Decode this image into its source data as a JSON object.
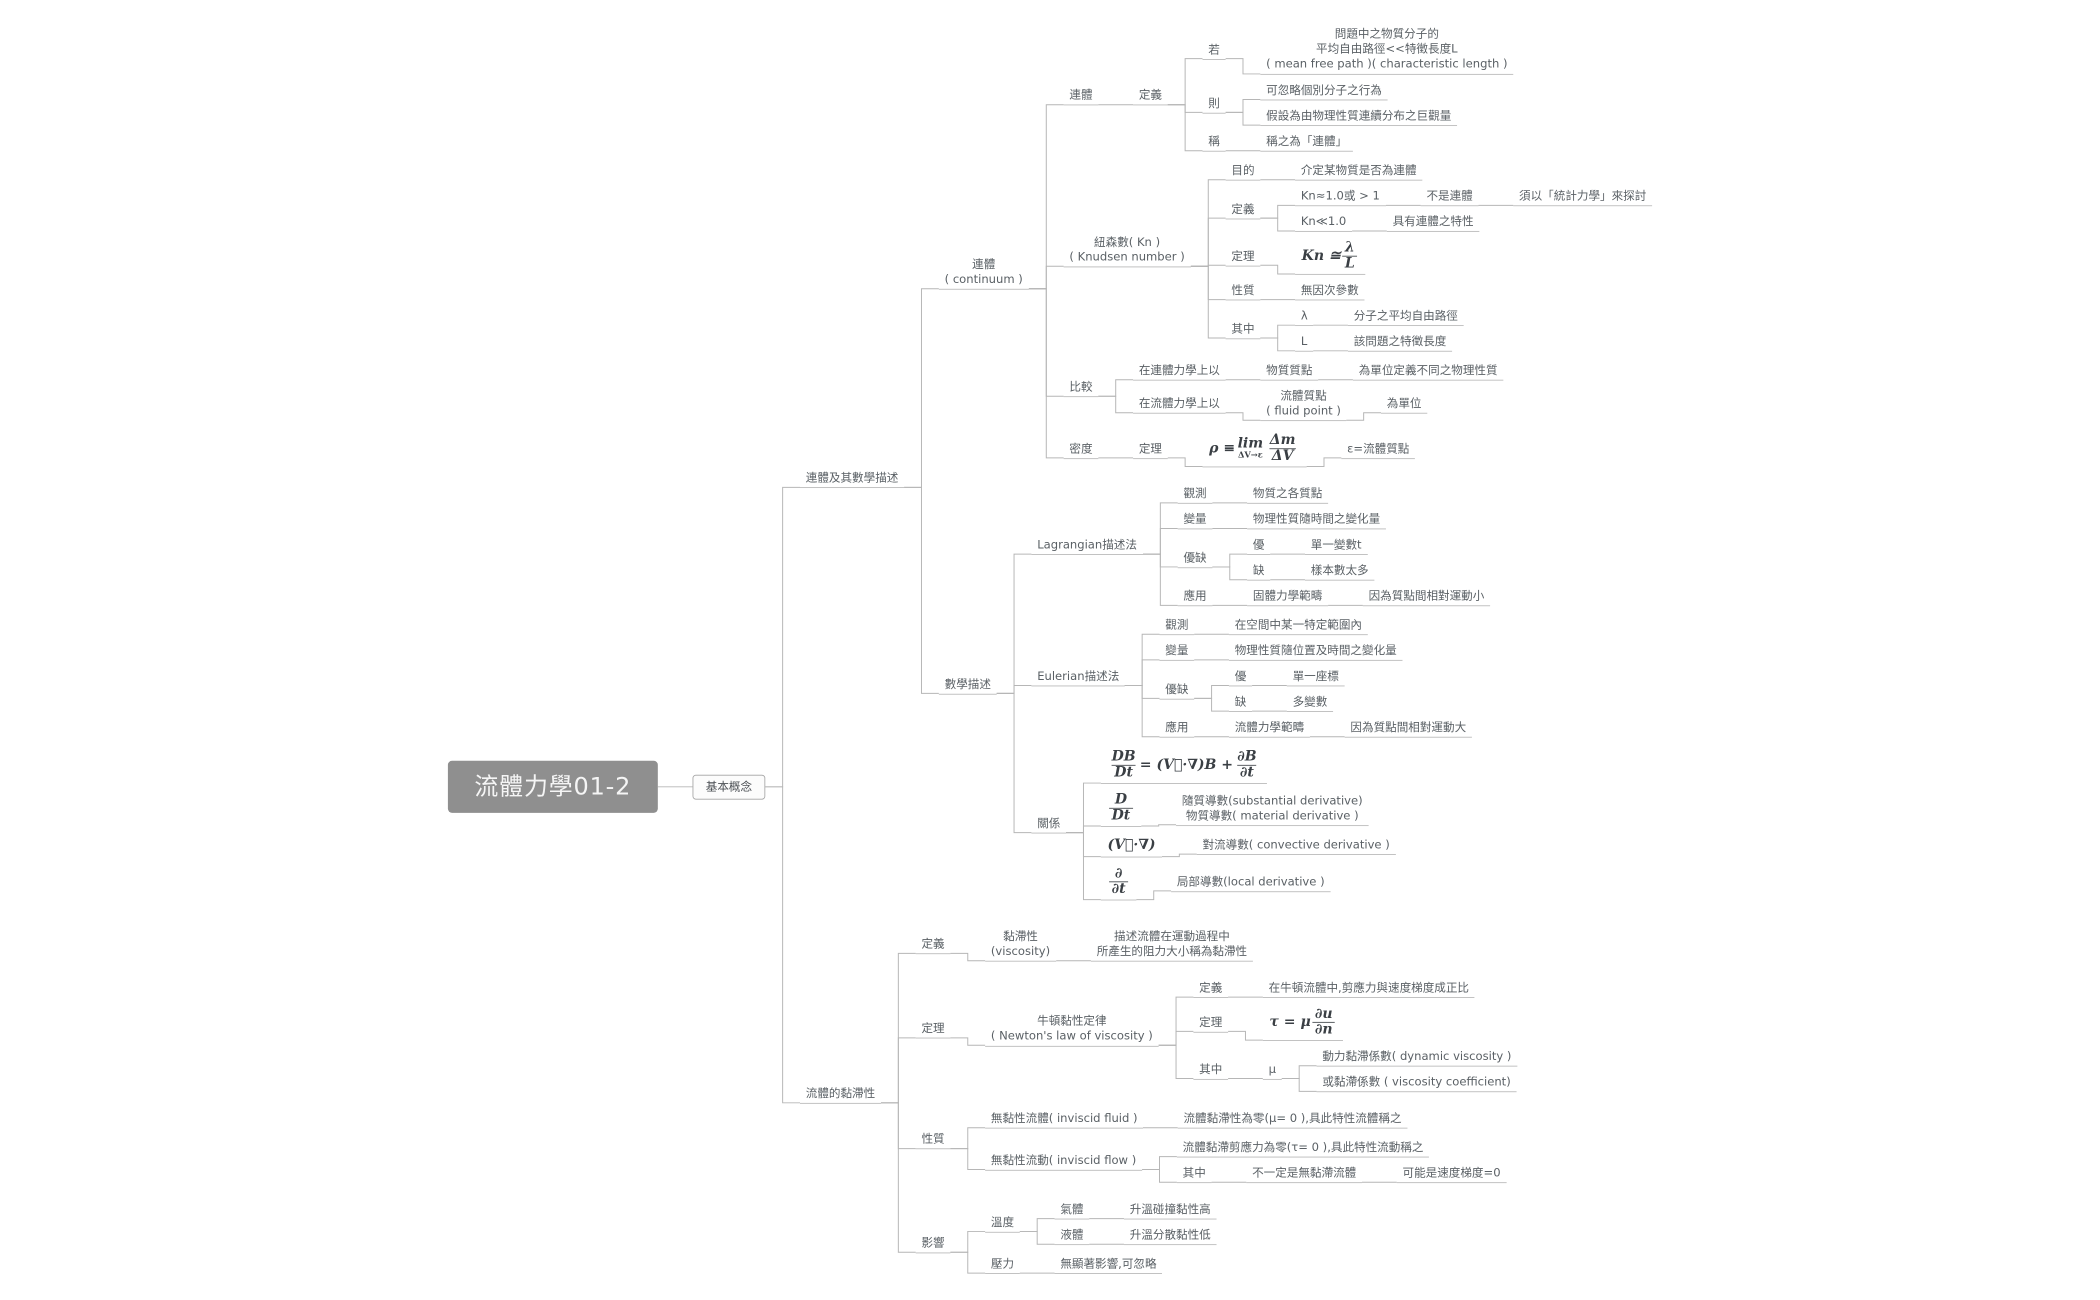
{
  "colors": {
    "connector": "#b6b6b6",
    "node_text": "#5a6065",
    "underline": "#b6b6b6",
    "root_bg": "#8f8f8f",
    "root_text": "#f5f5f5",
    "box_border": "#a3a3a3",
    "box_bg": "#fcfcfc",
    "formula_text": "#3a3f44"
  },
  "tree": {
    "label": "流體力學01-2",
    "style": "root",
    "name": "root-topic",
    "children": [
      {
        "label": "基本概念",
        "style": "box",
        "name": "main-topic",
        "children": [
          {
            "label": "連體及其數學描述",
            "children": [
              {
                "lines": [
                  "連體",
                  "( continuum )"
                ],
                "children": [
                  {
                    "label": "連體",
                    "children": [
                      {
                        "label": "定義",
                        "children": [
                          {
                            "label": "若",
                            "children": [
                              {
                                "lines": [
                                  "問題中之物質分子的",
                                  "平均自由路徑<<特徵長度L",
                                  "( mean free path )( characteristic length )"
                                ]
                              }
                            ]
                          },
                          {
                            "label": "則",
                            "children": [
                              {
                                "label": "可忽略個別分子之行為"
                              },
                              {
                                "label": "假設為由物理性質連續分布之巨觀量"
                              }
                            ]
                          },
                          {
                            "label": "稱",
                            "children": [
                              {
                                "label": "稱之為「連體」"
                              }
                            ]
                          }
                        ]
                      }
                    ]
                  },
                  {
                    "lines": [
                      "紐森數( Kn )",
                      "( Knudsen number )"
                    ],
                    "children": [
                      {
                        "label": "目的",
                        "children": [
                          {
                            "label": "介定某物質是否為連體"
                          }
                        ]
                      },
                      {
                        "label": "定義",
                        "children": [
                          {
                            "label": "Kn≈1.0或 > 1",
                            "children": [
                              {
                                "label": "不是連體",
                                "children": [
                                  {
                                    "label": "須以「統計力學」來探討"
                                  }
                                ]
                              }
                            ]
                          },
                          {
                            "label": "Kn≪1.0",
                            "children": [
                              {
                                "label": "具有連體之特性"
                              }
                            ]
                          }
                        ]
                      },
                      {
                        "label": "定理",
                        "children": [
                          {
                            "formula": [
                              {
                                "text": "Kn ≅ "
                              },
                              {
                                "frac": [
                                  "λ",
                                  "L"
                                ]
                              }
                            ]
                          }
                        ]
                      },
                      {
                        "label": "性質",
                        "children": [
                          {
                            "label": "無因次參數"
                          }
                        ]
                      },
                      {
                        "label": "其中",
                        "children": [
                          {
                            "label": "λ",
                            "children": [
                              {
                                "label": "分子之平均自由路徑"
                              }
                            ]
                          },
                          {
                            "label": "L",
                            "children": [
                              {
                                "label": "該問題之特徵長度"
                              }
                            ]
                          }
                        ]
                      }
                    ]
                  },
                  {
                    "label": "比較",
                    "children": [
                      {
                        "label": "在連體力學上以",
                        "children": [
                          {
                            "label": "物質質點",
                            "children": [
                              {
                                "label": "為單位定義不同之物理性質"
                              }
                            ]
                          }
                        ]
                      },
                      {
                        "label": "在流體力學上以",
                        "children": [
                          {
                            "lines": [
                              "流體質點",
                              "( fluid point )"
                            ],
                            "children": [
                              {
                                "label": "為單位"
                              }
                            ]
                          }
                        ]
                      }
                    ]
                  },
                  {
                    "label": "密度",
                    "children": [
                      {
                        "label": "定理",
                        "children": [
                          {
                            "formula": [
                              {
                                "text": "ρ ≡ "
                              },
                              {
                                "lim": [
                                  "lim",
                                  "ΔV→ε"
                                ]
                              },
                              {
                                "frac": [
                                  "Δm",
                                  "ΔV"
                                ]
                              }
                            ],
                            "children": [
                              {
                                "label": "ε=流體質點"
                              }
                            ]
                          }
                        ]
                      }
                    ]
                  }
                ]
              },
              {
                "label": "數學描述",
                "children": [
                  {
                    "label": "Lagrangian描述法",
                    "children": [
                      {
                        "label": "觀測",
                        "children": [
                          {
                            "label": "物質之各質點"
                          }
                        ]
                      },
                      {
                        "label": "變量",
                        "children": [
                          {
                            "label": "物理性質隨時間之變化量"
                          }
                        ]
                      },
                      {
                        "label": "優缺",
                        "children": [
                          {
                            "label": "優",
                            "children": [
                              {
                                "label": "單一變數t"
                              }
                            ]
                          },
                          {
                            "label": "缺",
                            "children": [
                              {
                                "label": "樣本數太多"
                              }
                            ]
                          }
                        ]
                      },
                      {
                        "label": "應用",
                        "children": [
                          {
                            "label": "固體力學範疇",
                            "children": [
                              {
                                "label": "因為質點間相對運動小"
                              }
                            ]
                          }
                        ]
                      }
                    ]
                  },
                  {
                    "label": "Eulerian描述法",
                    "children": [
                      {
                        "label": "觀測",
                        "children": [
                          {
                            "label": "在空間中某一特定範圍內"
                          }
                        ]
                      },
                      {
                        "label": "變量",
                        "children": [
                          {
                            "label": "物理性質隨位置及時間之變化量"
                          }
                        ]
                      },
                      {
                        "label": "優缺",
                        "children": [
                          {
                            "label": "優",
                            "children": [
                              {
                                "label": "單一座標"
                              }
                            ]
                          },
                          {
                            "label": "缺",
                            "children": [
                              {
                                "label": "多變數"
                              }
                            ]
                          }
                        ]
                      },
                      {
                        "label": "應用",
                        "children": [
                          {
                            "label": "流體力學範疇",
                            "children": [
                              {
                                "label": "因為質點間相對運動大"
                              }
                            ]
                          }
                        ]
                      }
                    ]
                  },
                  {
                    "label": "關係",
                    "children": [
                      {
                        "formula": [
                          {
                            "frac": [
                              "DB",
                              "Dt"
                            ]
                          },
                          {
                            "text": " = (V⃗·∇)B + "
                          },
                          {
                            "frac": [
                              "∂B",
                              "∂t"
                            ]
                          }
                        ]
                      },
                      {
                        "formula": [
                          {
                            "frac": [
                              "D",
                              "Dt"
                            ]
                          }
                        ],
                        "children": [
                          {
                            "lines": [
                              "隨質導數(substantial derivative)",
                              "物質導數( material derivative )"
                            ]
                          }
                        ]
                      },
                      {
                        "formula": [
                          {
                            "text": "(V⃗·∇)"
                          }
                        ],
                        "children": [
                          {
                            "label": "對流導數( convective derivative )"
                          }
                        ]
                      },
                      {
                        "formula": [
                          {
                            "frac": [
                              "∂",
                              "∂t"
                            ]
                          }
                        ],
                        "children": [
                          {
                            "label": "局部導數(local derivative )"
                          }
                        ]
                      }
                    ]
                  }
                ]
              }
            ]
          },
          {
            "label": "流體的黏滯性",
            "children": [
              {
                "label": "定義",
                "children": [
                  {
                    "lines": [
                      "黏滯性",
                      "(viscosity)"
                    ],
                    "children": [
                      {
                        "lines": [
                          "描述流體在運動過程中",
                          "所產生的阻力大小稱為黏滯性"
                        ]
                      }
                    ]
                  }
                ]
              },
              {
                "label": "定理",
                "children": [
                  {
                    "lines": [
                      "牛頓黏性定律",
                      "( Newton's law of viscosity )"
                    ],
                    "children": [
                      {
                        "label": "定義",
                        "children": [
                          {
                            "label": "在牛頓流體中,剪應力與速度梯度成正比"
                          }
                        ]
                      },
                      {
                        "label": "定理",
                        "children": [
                          {
                            "formula": [
                              {
                                "text": "τ = μ "
                              },
                              {
                                "frac": [
                                  "∂u",
                                  "∂n"
                                ]
                              }
                            ]
                          }
                        ]
                      },
                      {
                        "label": "其中",
                        "children": [
                          {
                            "label": "μ",
                            "children": [
                              {
                                "label": "動力黏滯係數( dynamic viscosity )"
                              },
                              {
                                "label": "或黏滯係數 ( viscosity coefficient)"
                              }
                            ]
                          }
                        ]
                      }
                    ]
                  }
                ]
              },
              {
                "label": "性質",
                "children": [
                  {
                    "label": "無黏性流體( inviscid fluid )",
                    "children": [
                      {
                        "label": "流體黏滯性為零(μ= 0 ),具此特性流體稱之"
                      }
                    ]
                  },
                  {
                    "label": "無黏性流動( inviscid flow )",
                    "children": [
                      {
                        "label": "流體黏滯剪應力為零(τ= 0 ),具此特性流動稱之"
                      },
                      {
                        "label": "其中",
                        "children": [
                          {
                            "label": "不一定是無黏滯流體",
                            "children": [
                              {
                                "label": "可能是速度梯度=0"
                              }
                            ]
                          }
                        ]
                      }
                    ]
                  }
                ]
              },
              {
                "label": "影響",
                "children": [
                  {
                    "label": "溫度",
                    "children": [
                      {
                        "label": "氣體",
                        "children": [
                          {
                            "label": "升溫碰撞黏性高"
                          }
                        ]
                      },
                      {
                        "label": "液體",
                        "children": [
                          {
                            "label": "升溫分散黏性低"
                          }
                        ]
                      }
                    ]
                  },
                  {
                    "label": "壓力",
                    "children": [
                      {
                        "label": "無顯著影響,可忽略"
                      }
                    ]
                  }
                ]
              }
            ]
          }
        ]
      }
    ]
  }
}
